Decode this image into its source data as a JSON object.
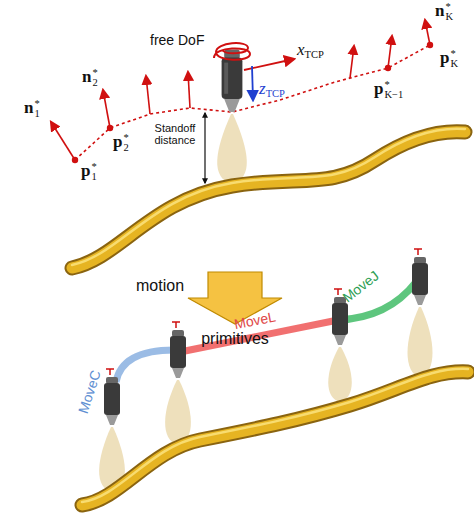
{
  "diagram": {
    "labels": [
      "n*1",
      "p*1",
      "n*2",
      "p*2",
      "free DoF",
      "xTCP",
      "zTCP",
      "n*K",
      "p*K",
      "p*K−1",
      "Standoff distance",
      "motion",
      "primitives",
      "MoveC",
      "MoveL",
      "MoveJ"
    ]
  }
}
